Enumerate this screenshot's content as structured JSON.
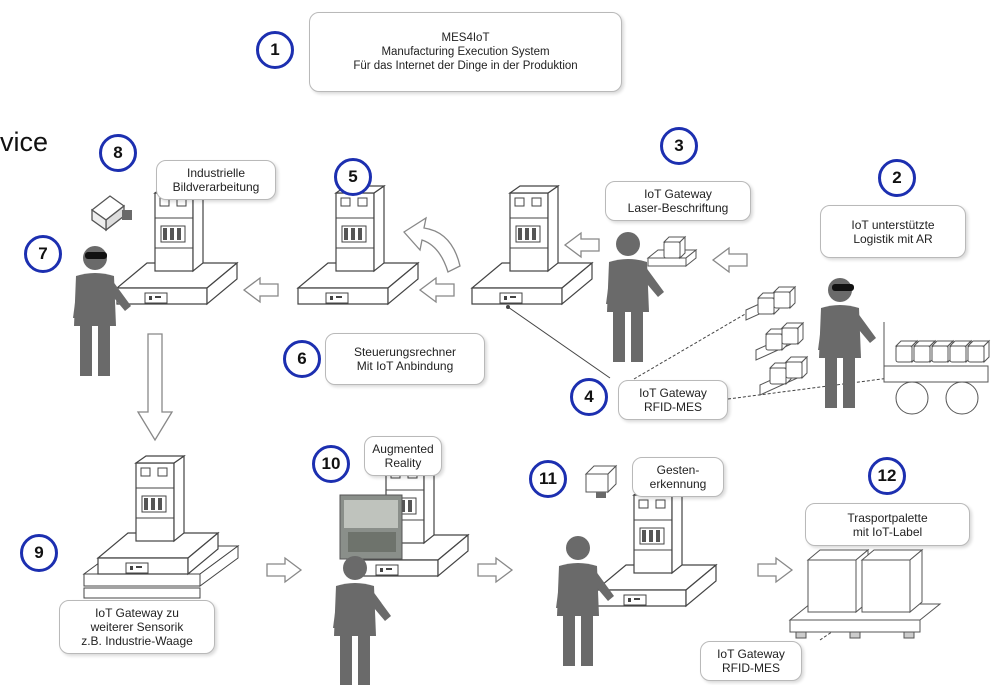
{
  "cut_word": "vice",
  "steps": [
    {
      "id": "1",
      "lines": [
        "MES4IoT",
        "Manufacturing Execution System",
        "Für das Internet der Dinge in der Produktion"
      ]
    },
    {
      "id": "2",
      "lines": [
        "IoT unterstützte",
        "Logistik mit AR"
      ]
    },
    {
      "id": "3",
      "lines": [
        "IoT Gateway",
        "Laser-Beschriftung"
      ]
    },
    {
      "id": "4",
      "lines": [
        "IoT Gateway",
        "RFID-MES"
      ]
    },
    {
      "id": "5",
      "lines": []
    },
    {
      "id": "6",
      "lines": [
        "Steuerungsrechner",
        "Mit IoT Anbindung"
      ]
    },
    {
      "id": "7",
      "lines": []
    },
    {
      "id": "8",
      "lines": [
        "Industrielle",
        "Bildverarbeitung"
      ]
    },
    {
      "id": "9",
      "lines": [
        "IoT Gateway zu",
        "weiterer Sensorik",
        "z.B. Industrie-Waage"
      ]
    },
    {
      "id": "10",
      "lines": [
        "Augmented",
        "Reality"
      ]
    },
    {
      "id": "11",
      "lines": [
        "Gesten-",
        "erkennung"
      ]
    },
    {
      "id": "12",
      "lines": [
        "Trasportpalette",
        "mit IoT-Label"
      ]
    }
  ],
  "extra_boxes": [
    {
      "id": "rfid-bottom",
      "lines": [
        "IoT Gateway",
        "RFID-MES"
      ]
    }
  ],
  "colors": {
    "circle": "#1c2fb0",
    "figure": "#6a6a6a",
    "line": "#444444",
    "arrow_outline": "#888888"
  }
}
